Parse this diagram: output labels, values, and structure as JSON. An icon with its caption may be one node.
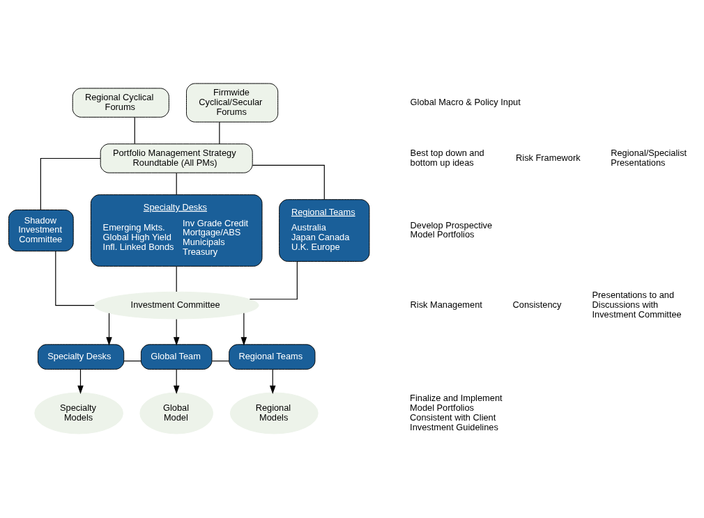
{
  "diagram": {
    "nodes": [
      {
        "text": [
          "Regional Cyclical Forums"
        ]
      },
      {
        "text": [
          "Firmwide Cyclical/Secular Forums"
        ]
      },
      {
        "text": [
          "Portfolio Management Strategy Roundtable (All PMs)"
        ]
      },
      {
        "text": [
          "Shadow Investment Committee"
        ]
      },
      {
        "text": [
          "Specialty Desks",
          "Emerging Mkts. Global High Yield Infl. Linked Bonds",
          "Inv Grade Credit Mortgage/ABS Municipals Treasury"
        ]
      },
      {
        "text": [
          "Regional Teams",
          "Australia Japan Canada U.K. Europe"
        ]
      },
      {
        "text": [
          "Investment Committee"
        ]
      },
      {
        "text": [
          "Specialty Desks"
        ]
      },
      {
        "text": [
          "Global Team"
        ]
      },
      {
        "text": [
          "Regional Teams"
        ]
      },
      {
        "text": [
          "Specialty Models"
        ]
      },
      {
        "text": [
          "Global Model"
        ]
      },
      {
        "text": [
          "Regional Models"
        ]
      }
    ],
    "edges": [
      {
        "from": 0,
        "to": 2,
        "arrow": "none"
      },
      {
        "from": 1,
        "to": 2,
        "arrow": "none"
      },
      {
        "from": 2,
        "to": 3,
        "arrow": "none"
      },
      {
        "from": 2,
        "to": 4,
        "arrow": "none"
      },
      {
        "from": 2,
        "to": 5,
        "arrow": "none"
      },
      {
        "from": 3,
        "to": 6,
        "arrow": "none"
      },
      {
        "from": 4,
        "to": 6,
        "arrow": "none"
      },
      {
        "from": 5,
        "to": 6,
        "arrow": "none"
      },
      {
        "from": 6,
        "to": 7,
        "arrow": "to"
      },
      {
        "from": 6,
        "to": 8,
        "arrow": "to"
      },
      {
        "from": 6,
        "to": 9,
        "arrow": "to"
      },
      {
        "from": 7,
        "to": 8,
        "arrow": "none"
      },
      {
        "from": 8,
        "to": 9,
        "arrow": "none"
      },
      {
        "from": 7,
        "to": 10,
        "arrow": "to"
      },
      {
        "from": 8,
        "to": 11,
        "arrow": "to"
      },
      {
        "from": 9,
        "to": 12,
        "arrow": "to"
      }
    ],
    "labels": [
      "Global Macro & Policy Input",
      "Regional/Specialist Presentations",
      "Risk Framework",
      "Best top down and bottom up ideas",
      "Develop Prospective Model Portfolios",
      "Presentations to and Discussions with Investment Committee",
      "Consistency",
      "Risk Management",
      "Finalize and Implement Model Portfolios Consistent with Client Investment Guidelines"
    ]
  }
}
